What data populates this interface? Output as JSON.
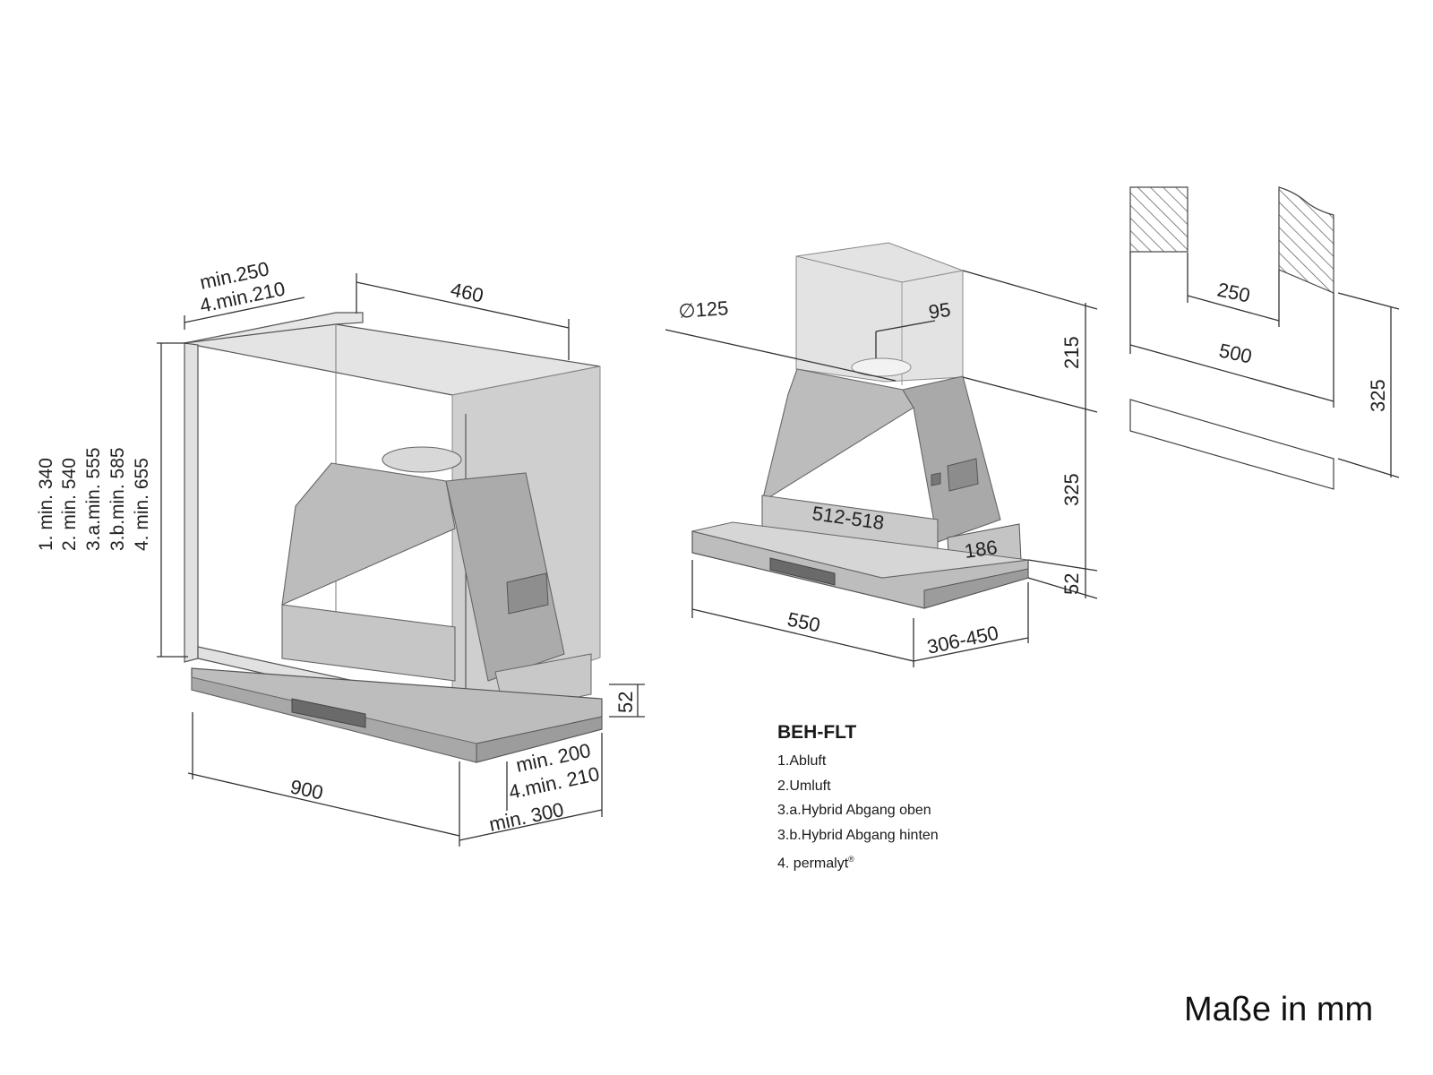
{
  "colors": {
    "ink": "#333333",
    "body_fill": "#bdbdbd",
    "body_dark": "#9a9a9a",
    "glass_fill": "#dcdcdc",
    "hatch": "#555555"
  },
  "left_view": {
    "top_depth_1": "min.250",
    "top_depth_2": "4.min.210",
    "depth": "460",
    "heights": [
      "1.  min. 340",
      "2.  min. 540",
      "3.a.min. 555",
      "3.b.min. 585",
      "4.  min. 655"
    ],
    "front_height": "52",
    "front_depth_1": "min. 200",
    "front_depth_2": "4.min. 210",
    "cabinet_depth": "min. 300",
    "width": "900"
  },
  "middle_view": {
    "duct_diameter": "∅125",
    "duct_offset": "95",
    "height_top": "215",
    "height_body": "325",
    "height_front": "52",
    "inner_width": "512-518",
    "inner_depth": "186",
    "width": "550",
    "depth": "306-450"
  },
  "right_view": {
    "cutout_width": "250",
    "total_width": "500",
    "height": "325"
  },
  "legend": {
    "title": "BEH-FLT",
    "items": [
      "1.Abluft",
      "2.Umluft",
      "3.a.Hybrid Abgang oben",
      "3.b.Hybrid Abgang hinten",
      "4. permalyt"
    ],
    "registered_mark": "®"
  },
  "units_label": "Maße in mm"
}
